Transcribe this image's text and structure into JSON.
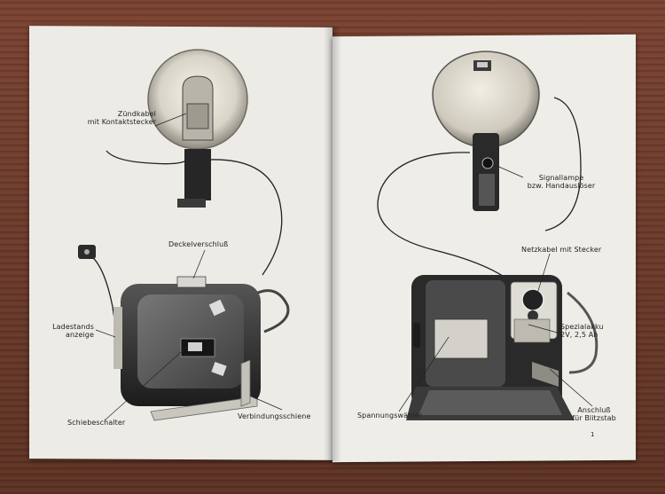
{
  "left_page": {
    "labels": {
      "zuendkabel_line1": "Zündkabel",
      "zuendkabel_line2": "mit Kontaktstecker",
      "deckelverschluss": "Deckelverschluß",
      "ladestands_line1": "Ladestands",
      "ladestands_line2": "anzeige",
      "schiebeschalter": "Schiebeschalter",
      "verbindungsschiene": "Verbindungsschiene"
    }
  },
  "right_page": {
    "labels": {
      "signallampe_line1": "Signallampe",
      "signallampe_line2": "bzw. Handauslöser",
      "netzkabel": "Netzkabel mit Stecker",
      "spezialakku_line1": "Spezialakku",
      "spezialakku_line2": "2V, 2,5 Ah",
      "spannungswaehler": "Spannungswähler",
      "anschluss_line1": "Anschluß",
      "anschluss_line2": "für Blitzstab"
    },
    "page_number": "1"
  }
}
